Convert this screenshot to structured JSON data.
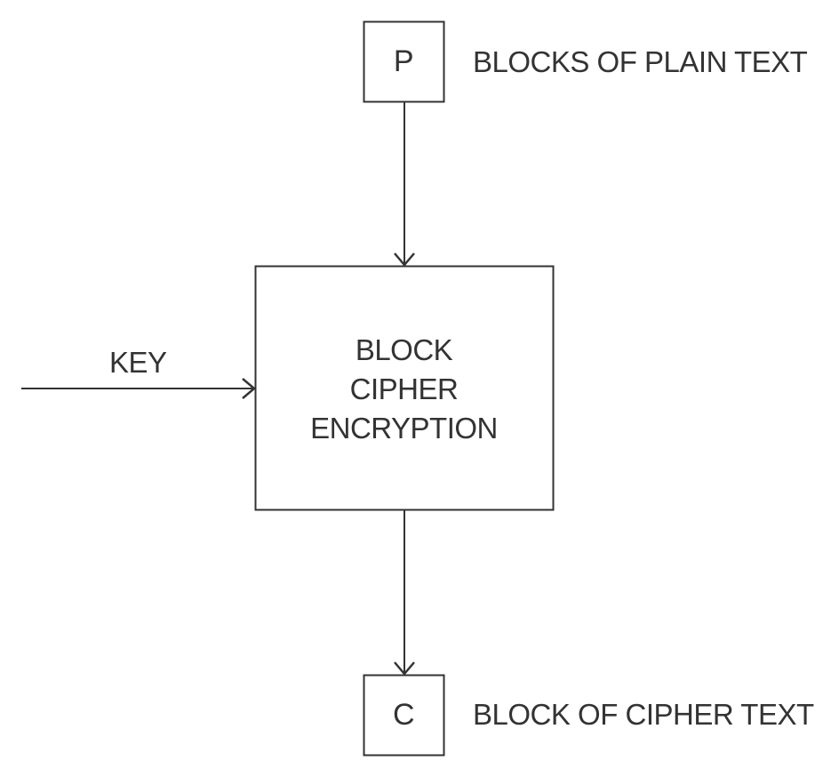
{
  "plaintext_box": {
    "letter": "P",
    "label": "BLOCKS OF PLAIN TEXT"
  },
  "cipher_box": {
    "lines": [
      "BLOCK",
      "CIPHER",
      "ENCRYPTION"
    ]
  },
  "key_input": {
    "label": "KEY"
  },
  "ciphertext_box": {
    "letter": "C",
    "label": "BLOCK OF CIPHER TEXT"
  },
  "colors": {
    "stroke": "#333333",
    "background": "#ffffff"
  }
}
